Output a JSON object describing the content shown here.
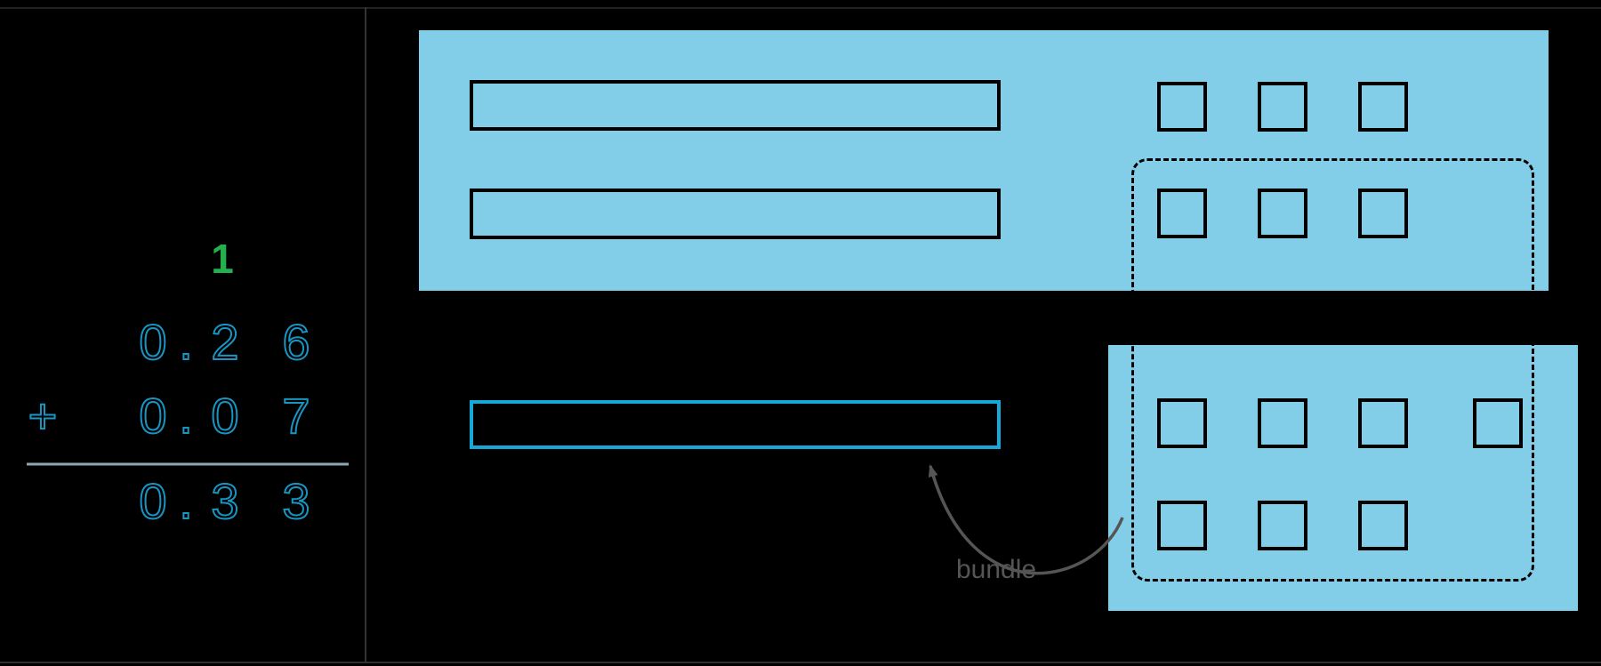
{
  "math": {
    "carry_digit": "1",
    "rows": [
      {
        "operator": "",
        "digits": [
          "0",
          ".",
          "2",
          "6"
        ]
      },
      {
        "operator": "+",
        "digits": [
          "0",
          ".",
          "0",
          "7"
        ]
      },
      {
        "operator": "",
        "digits": [
          "0",
          ".",
          "3",
          "3"
        ]
      }
    ]
  },
  "annotation": {
    "bundle_label": "bundle"
  },
  "blocks": {
    "top_panel": {
      "tenth_rods": 2,
      "hundredth_square_rows": [
        3,
        3
      ]
    },
    "bottom_panel": {
      "hundredth_square_rows": [
        4,
        3
      ]
    },
    "bundled_tenth_rods": 1
  },
  "colors": {
    "background": "#000000",
    "panel_blue": "#82cee9",
    "block_outline": "#000000",
    "bundled_rod_outline": "#14a9d6",
    "carry_green": "#22b14c",
    "digit_outline_blue": "#1796c4",
    "annotation_gray": "#555555"
  }
}
